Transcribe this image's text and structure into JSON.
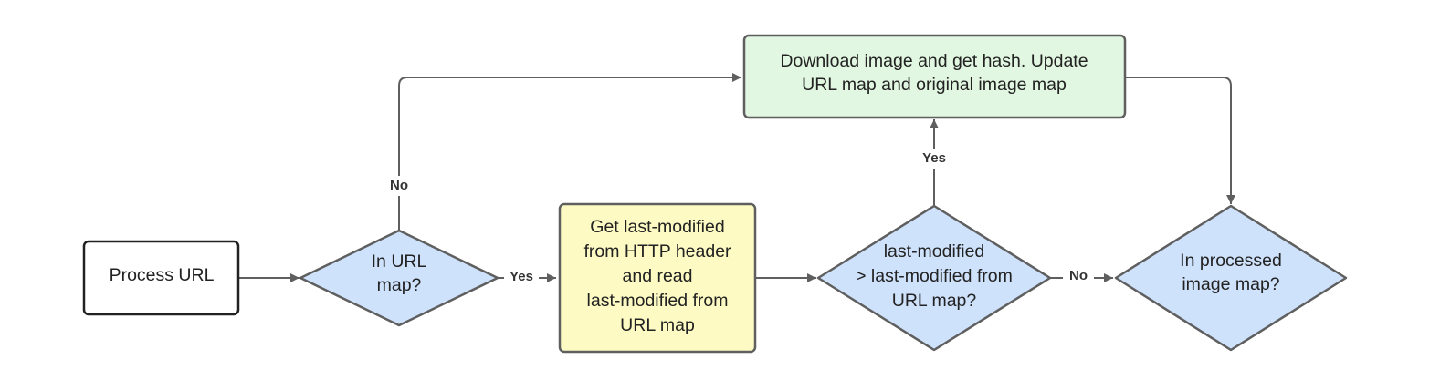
{
  "nodes": {
    "process_url": {
      "lines": [
        "Process URL"
      ],
      "fill": "#ffffff",
      "stroke": "#222222"
    },
    "in_url_map": {
      "lines": [
        "In URL",
        "map?"
      ],
      "fill": "#cfe2fc",
      "stroke": "#5f5f5f"
    },
    "get_last_modified": {
      "lines": [
        "Get last-modified",
        "from HTTP header",
        "and read",
        "last-modified from",
        "URL map"
      ],
      "fill": "#fdfbc3",
      "stroke": "#5f5f5f"
    },
    "download_image": {
      "lines": [
        "Download image and get hash. Update",
        "URL map and original image map"
      ],
      "fill": "#e2f7e1",
      "stroke": "#5f5f5f"
    },
    "compare_last_modified": {
      "lines": [
        "last-modified",
        ">  last-modified from",
        "URL map?"
      ],
      "fill": "#cfe2fc",
      "stroke": "#5f5f5f"
    },
    "in_processed_map": {
      "lines": [
        "In processed",
        "image map?"
      ],
      "fill": "#cfe2fc",
      "stroke": "#5f5f5f"
    }
  },
  "edges": {
    "no_to_download": "No",
    "yes_to_get": "Yes",
    "yes_to_download": "Yes",
    "no_to_processed": "No"
  }
}
